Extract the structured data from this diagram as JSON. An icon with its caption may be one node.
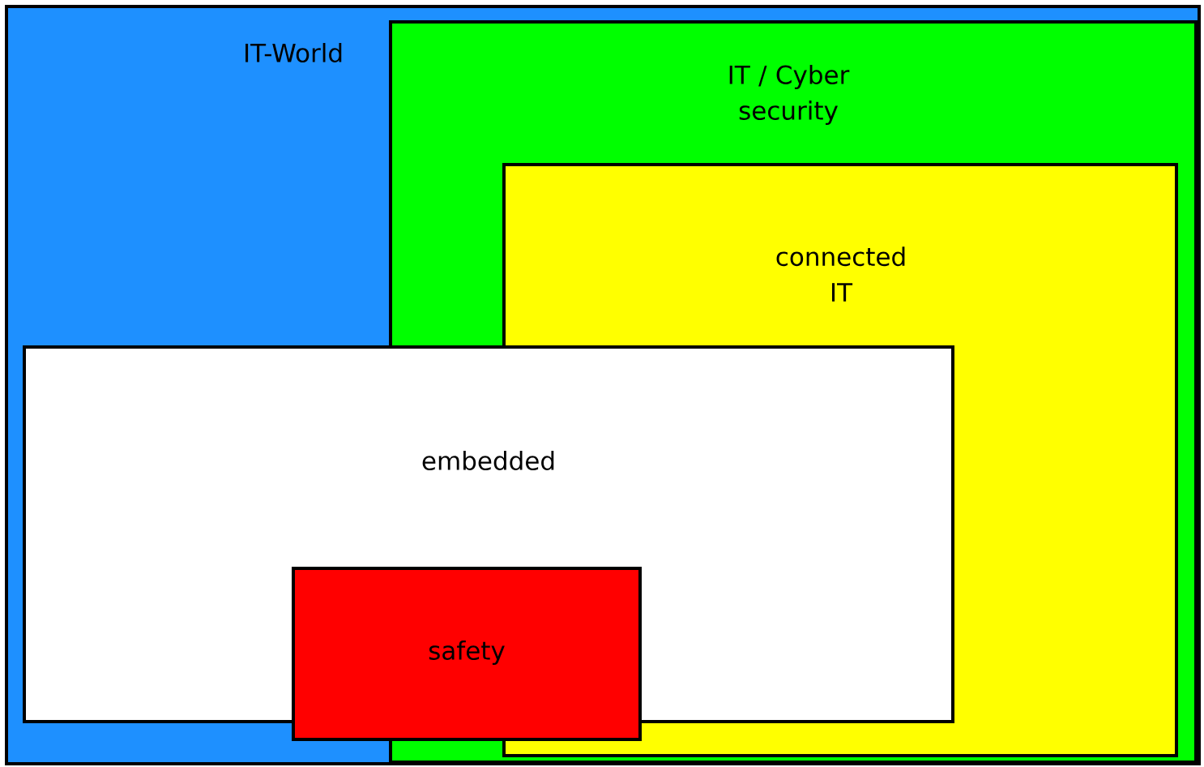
{
  "diagram": {
    "nodes": [
      {
        "text": [
          "IT-World"
        ]
      },
      {
        "text": [
          "IT / Cyber security"
        ],
        "in": 0
      },
      {
        "text": [
          "connected IT"
        ],
        "in": 1
      },
      {
        "text": [
          "embedded"
        ],
        "in": 0
      },
      {
        "text": [
          "safety"
        ],
        "in": 0
      }
    ]
  }
}
